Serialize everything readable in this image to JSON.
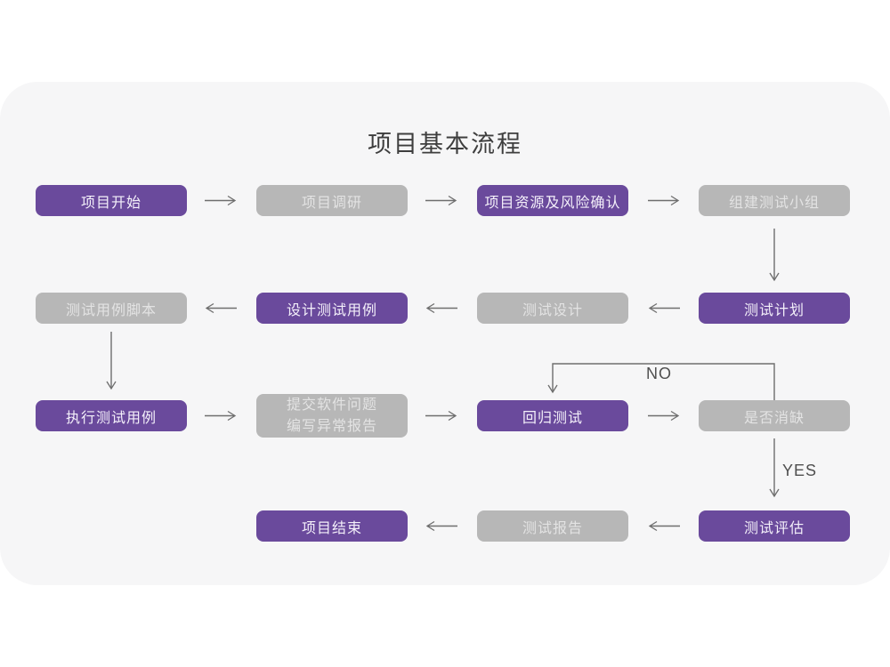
{
  "title": "项目基本流程",
  "labels": {
    "no": "NO",
    "yes": "YES"
  },
  "colors": {
    "purple": "#6a4a9c",
    "gray": "#b7b7b7",
    "card": "#f6f6f7",
    "arrow": "#6e6e6e"
  },
  "nodes": [
    {
      "id": "project-start",
      "label": "项目开始",
      "variant": "purple"
    },
    {
      "id": "project-research",
      "label": "项目调研",
      "variant": "gray"
    },
    {
      "id": "resource-risk",
      "label": "项目资源及风险确认",
      "variant": "purple"
    },
    {
      "id": "build-team",
      "label": "组建测试小组",
      "variant": "gray"
    },
    {
      "id": "test-plan",
      "label": "测试计划",
      "variant": "purple"
    },
    {
      "id": "test-design",
      "label": "测试设计",
      "variant": "gray"
    },
    {
      "id": "design-cases",
      "label": "设计测试用例",
      "variant": "purple"
    },
    {
      "id": "case-script",
      "label": "测试用例脚本",
      "variant": "gray"
    },
    {
      "id": "execute-cases",
      "label": "执行测试用例",
      "variant": "purple"
    },
    {
      "id": "submit-issues",
      "label": "提交软件问题",
      "label2": "编写异常报告",
      "variant": "gray"
    },
    {
      "id": "regression-test",
      "label": "回归测试",
      "variant": "purple"
    },
    {
      "id": "defect-cleared",
      "label": "是否消缺",
      "variant": "gray"
    },
    {
      "id": "test-evaluate",
      "label": "测试评估",
      "variant": "purple"
    },
    {
      "id": "test-report",
      "label": "测试报告",
      "variant": "gray"
    },
    {
      "id": "project-end",
      "label": "项目结束",
      "variant": "purple"
    }
  ]
}
